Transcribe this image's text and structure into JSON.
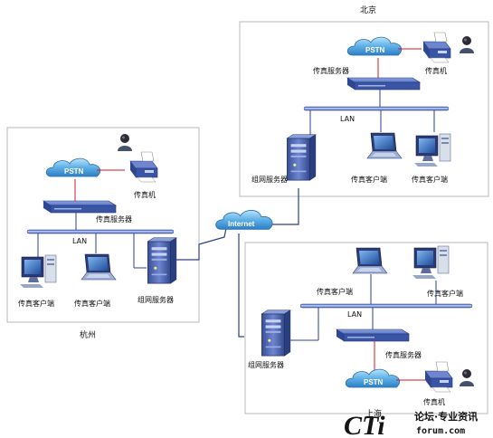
{
  "sites": {
    "beijing": {
      "name": "北京",
      "pstn": "PSTN",
      "fax_server": "传真服务器",
      "fax_machine": "传真机",
      "lan": "LAN",
      "group_server": "组网服务器",
      "client_a": "传真客户端",
      "client_b": "传真客户端"
    },
    "hangzhou": {
      "name": "杭州",
      "pstn": "PSTN",
      "fax_machine": "传真机",
      "fax_server": "传真服务器",
      "lan": "LAN",
      "client_a": "传真客户端",
      "client_b": "传真客户端",
      "group_server": "组网服务器"
    },
    "shanghai": {
      "name": "上海",
      "client_a": "传真客户端",
      "client_b": "传真客户端",
      "lan": "LAN",
      "fax_server": "传真服务器",
      "group_server": "组网服务器",
      "pstn": "PSTN",
      "fax_machine": "传真机"
    }
  },
  "internet": "Internet",
  "watermark": {
    "logo": "CTi",
    "slogan": "论坛·专业资讯",
    "url": "forum.com"
  },
  "colors": {
    "frame": "#b9b9b9",
    "link_blue": "#2d3f8c",
    "pstn_red": "#d11818",
    "device": "#3f5aa8"
  }
}
